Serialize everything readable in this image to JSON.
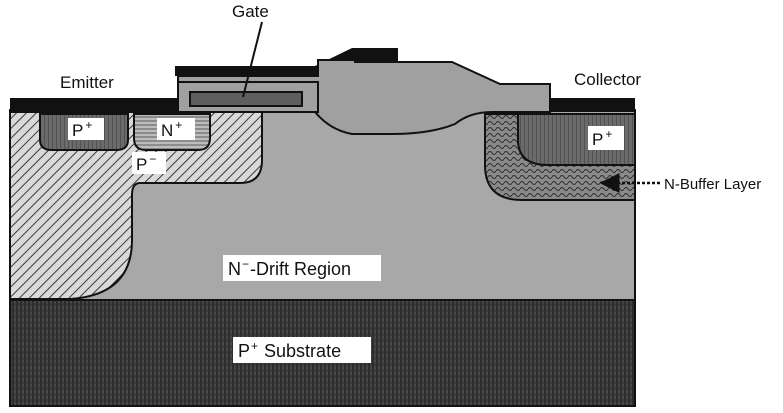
{
  "labels": {
    "gate": "Gate",
    "emitter": "Emitter",
    "collector": "Collector",
    "p_plus_emitter": "P",
    "n_plus_emitter": "N",
    "p_minus": "P",
    "p_plus_collector": "P",
    "n_buffer": "N-Buffer Layer",
    "drift_sup": "N",
    "drift_text": "-Drift Region",
    "substrate_p": "P",
    "substrate_text": "Substrate"
  },
  "superscripts": {
    "plus": "+",
    "minus": "−"
  }
}
